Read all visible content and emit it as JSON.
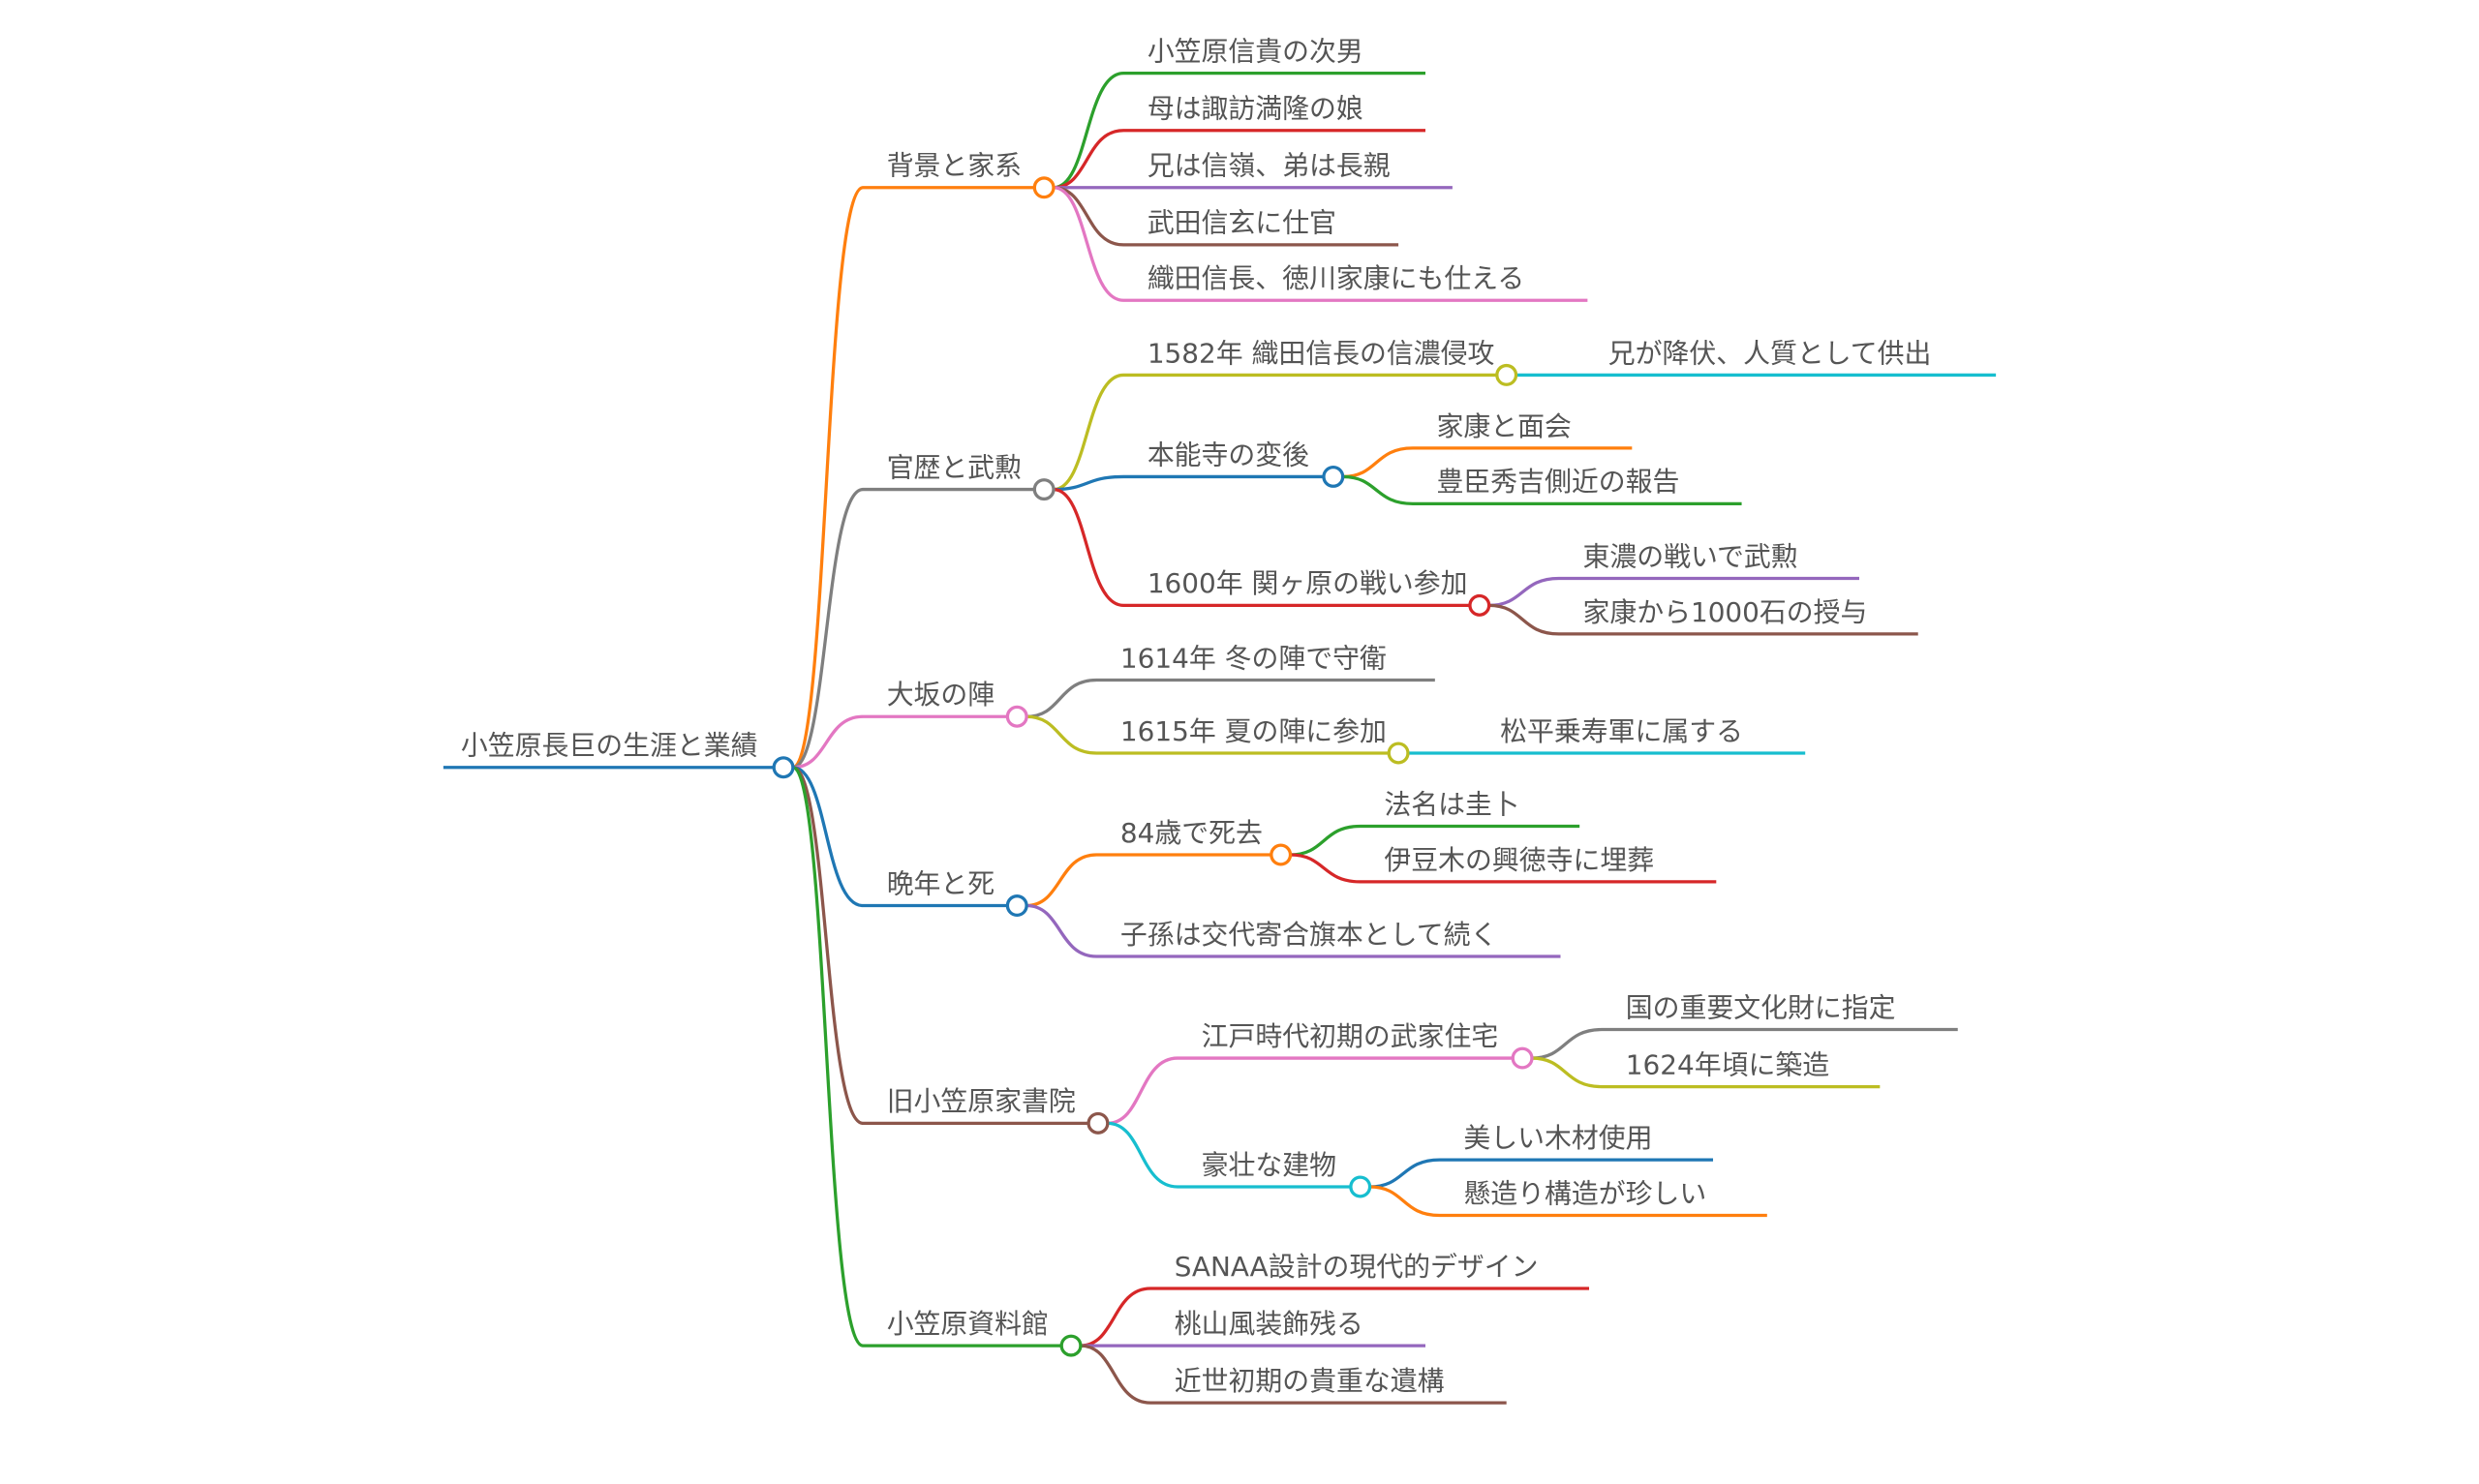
{
  "mindmap": {
    "label": "小笠原長巨の生涯と業績",
    "color": "#1f77b4",
    "children": [
      {
        "label": "背景と家系",
        "color": "#ff7f0e",
        "children": [
          {
            "label": "小笠原信貴の次男",
            "color": "#2ca02c"
          },
          {
            "label": "母は諏訪満隆の娘",
            "color": "#d62728"
          },
          {
            "label": "兄は信嶺、弟は長親",
            "color": "#9467bd"
          },
          {
            "label": "武田信玄に仕官",
            "color": "#8c564b"
          },
          {
            "label": "織田信長、徳川家康にも仕える",
            "color": "#e377c2"
          }
        ]
      },
      {
        "label": "官歴と武勲",
        "color": "#7f7f7f",
        "children": [
          {
            "label": "1582年 織田信長の信濃侵攻",
            "color": "#bcbd22",
            "children": [
              {
                "label": "兄が降伏、人質として供出",
                "color": "#17becf"
              }
            ]
          },
          {
            "label": "本能寺の変後",
            "color": "#1f77b4",
            "children": [
              {
                "label": "家康と面会",
                "color": "#ff7f0e"
              },
              {
                "label": "豊臣秀吉側近の報告",
                "color": "#2ca02c"
              }
            ]
          },
          {
            "label": "1600年 関ヶ原の戦い参加",
            "color": "#d62728",
            "children": [
              {
                "label": "東濃の戦いで武勲",
                "color": "#9467bd"
              },
              {
                "label": "家康から1000石の授与",
                "color": "#8c564b"
              }
            ]
          }
        ]
      },
      {
        "label": "大坂の陣",
        "color": "#e377c2",
        "children": [
          {
            "label": "1614年 冬の陣で守衛",
            "color": "#7f7f7f"
          },
          {
            "label": "1615年 夏の陣に参加",
            "color": "#bcbd22",
            "children": [
              {
                "label": "松平乗寿軍に属する",
                "color": "#17becf"
              }
            ]
          }
        ]
      },
      {
        "label": "晩年と死",
        "color": "#1f77b4",
        "children": [
          {
            "label": "84歳で死去",
            "color": "#ff7f0e",
            "children": [
              {
                "label": "法名は圭卜",
                "color": "#2ca02c"
              },
              {
                "label": "伊豆木の興徳寺に埋葬",
                "color": "#d62728"
              }
            ]
          },
          {
            "label": "子孫は交代寄合旗本として続く",
            "color": "#9467bd"
          }
        ]
      },
      {
        "label": "旧小笠原家書院",
        "color": "#8c564b",
        "children": [
          {
            "label": "江戸時代初期の武家住宅",
            "color": "#e377c2",
            "children": [
              {
                "label": "国の重要文化財に指定",
                "color": "#7f7f7f"
              },
              {
                "label": "1624年頃に築造",
                "color": "#bcbd22"
              }
            ]
          },
          {
            "label": "豪壮な建物",
            "color": "#17becf",
            "children": [
              {
                "label": "美しい木材使用",
                "color": "#1f77b4"
              },
              {
                "label": "懸造り構造が珍しい",
                "color": "#ff7f0e"
              }
            ]
          }
        ]
      },
      {
        "label": "小笠原資料館",
        "color": "#2ca02c",
        "children": [
          {
            "label": "SANAA設計の現代的デザイン",
            "color": "#d62728"
          },
          {
            "label": "桃山風装飾残る",
            "color": "#9467bd"
          },
          {
            "label": "近世初期の貴重な遺構",
            "color": "#8c564b"
          }
        ]
      }
    ]
  }
}
